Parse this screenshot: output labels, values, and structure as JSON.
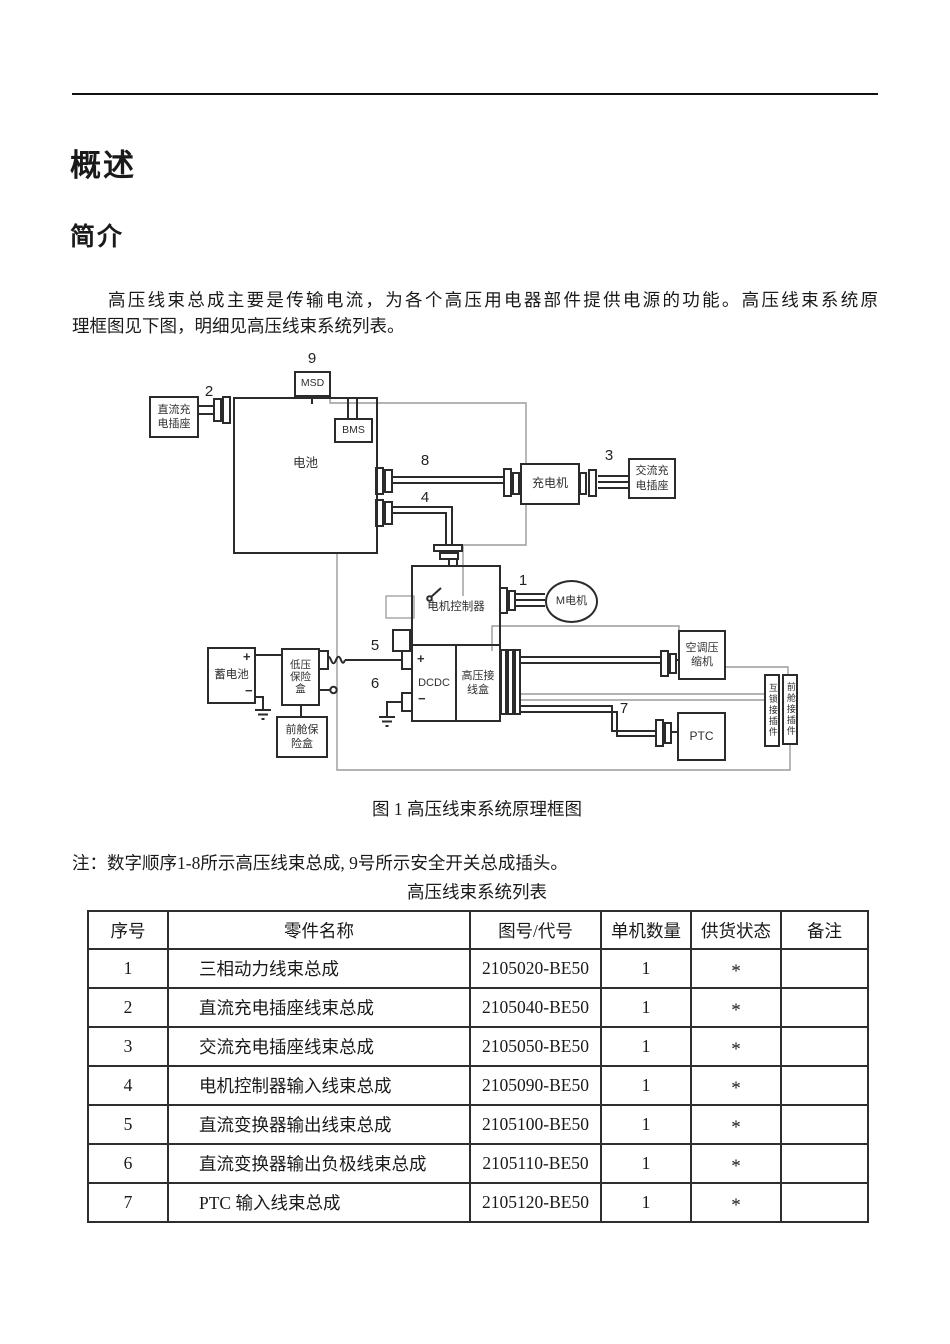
{
  "document": {
    "heading1": "概述",
    "heading2": "简介",
    "paragraph_line1": "高压线束总成主要是传输电流，为各个高压用电器部件提供电源的功能。高压线束系统原",
    "paragraph_line2": "理框图见下图，明细见高压线束系统列表。",
    "figure_caption": "图 1 高压线束系统原理框图",
    "note": "注：数字顺序1-8所示高压线束总成, 9号所示安全开关总成插头。",
    "table_title": "高压线束系统列表"
  },
  "diagram": {
    "nodes": {
      "dc_socket": "直流充\n电插座",
      "battery": "电池",
      "msd": "MSD",
      "bms": "BMS",
      "charger": "充电机",
      "ac_socket": "交流充\n电插座",
      "motor_controller": "电机控制器",
      "dcdc": "DCDC",
      "hv_junction_box": "高压接\n线盒",
      "m_motor": "M电机",
      "ac_compressor": "空调压\n缩机",
      "ptc": "PTC",
      "interlock_connector": "互锁接插件",
      "front_cabin_connector": "前舱接插件",
      "aux_battery": "蓄电池",
      "lv_fuse_box": "低压\n保险\n盒",
      "front_fuse_box": "前舱保\n险盒"
    },
    "signs": {
      "plus": "+",
      "minus": "−"
    },
    "callouts": {
      "n1": "1",
      "n2": "2",
      "n3": "3",
      "n4": "4",
      "n5": "5",
      "n6": "6",
      "n7": "7",
      "n8": "8",
      "n9": "9"
    }
  },
  "table": {
    "headers": [
      "序号",
      "零件名称",
      "图号/代号",
      "单机数量",
      "供货状态",
      "备注"
    ],
    "rows": [
      [
        "1",
        "三相动力线束总成",
        "2105020-BE50",
        "1",
        "*",
        ""
      ],
      [
        "2",
        "直流充电插座线束总成",
        "2105040-BE50",
        "1",
        "*",
        ""
      ],
      [
        "3",
        "交流充电插座线束总成",
        "2105050-BE50",
        "1",
        "*",
        ""
      ],
      [
        "4",
        "电机控制器输入线束总成",
        "2105090-BE50",
        "1",
        "*",
        ""
      ],
      [
        "5",
        "直流变换器输出线束总成",
        "2105100-BE50",
        "1",
        "*",
        ""
      ],
      [
        "6",
        "直流变换器输出负极线束总成",
        "2105110-BE50",
        "1",
        "*",
        ""
      ],
      [
        "7",
        "PTC 输入线束总成",
        "2105120-BE50",
        "1",
        "*",
        ""
      ]
    ]
  },
  "colors": {
    "text": "#1a1a1a",
    "line": "#2b2b2b",
    "thin_wire": "#9b9b9b",
    "background": "#ffffff"
  }
}
